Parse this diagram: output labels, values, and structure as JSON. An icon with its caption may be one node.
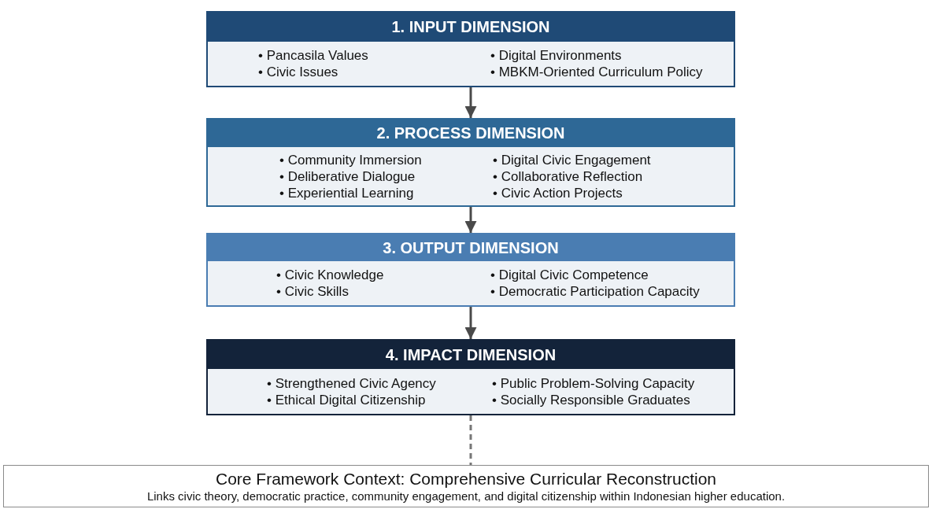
{
  "diagram": {
    "nodes": [
      {
        "text": [
          "1. INPUT DIMENSION",
          "• Pancasila Values",
          "• Civic Issues",
          "• Digital Environments",
          "• MBKM-Oriented Curriculum Policy"
        ]
      },
      {
        "text": [
          "2. PROCESS DIMENSION",
          "• Community Immersion",
          "• Deliberative Dialogue",
          "• Experiential Learning",
          "• Digital Civic Engagement",
          "• Collaborative Reflection",
          "• Civic Action Projects"
        ]
      },
      {
        "text": [
          "3. OUTPUT DIMENSION",
          "• Civic Knowledge",
          "• Civic Skills",
          "• Digital Civic Competence",
          "• Democratic Participation Capacity"
        ]
      },
      {
        "text": [
          "4. IMPACT DIMENSION",
          "• Strengthened Civic Agency",
          "• Ethical Digital Citizenship",
          "• Public Problem-Solving Capacity",
          "• Socially Responsible Graduates"
        ]
      },
      {
        "text": [
          "Core Framework Context: Comprehensive Curricular Reconstruction",
          "Links civic theory, democratic practice, community engagement, and digital citizenship within Indonesian higher education."
        ]
      }
    ],
    "edges": [
      {
        "from": 0,
        "to": 1,
        "arrow": "to"
      },
      {
        "from": 1,
        "to": 2,
        "arrow": "to"
      },
      {
        "from": 2,
        "to": 3,
        "arrow": "to"
      },
      {
        "from": 3,
        "to": 4,
        "arrow": "none",
        "style": "dashed",
        "color": "#777777"
      }
    ]
  }
}
